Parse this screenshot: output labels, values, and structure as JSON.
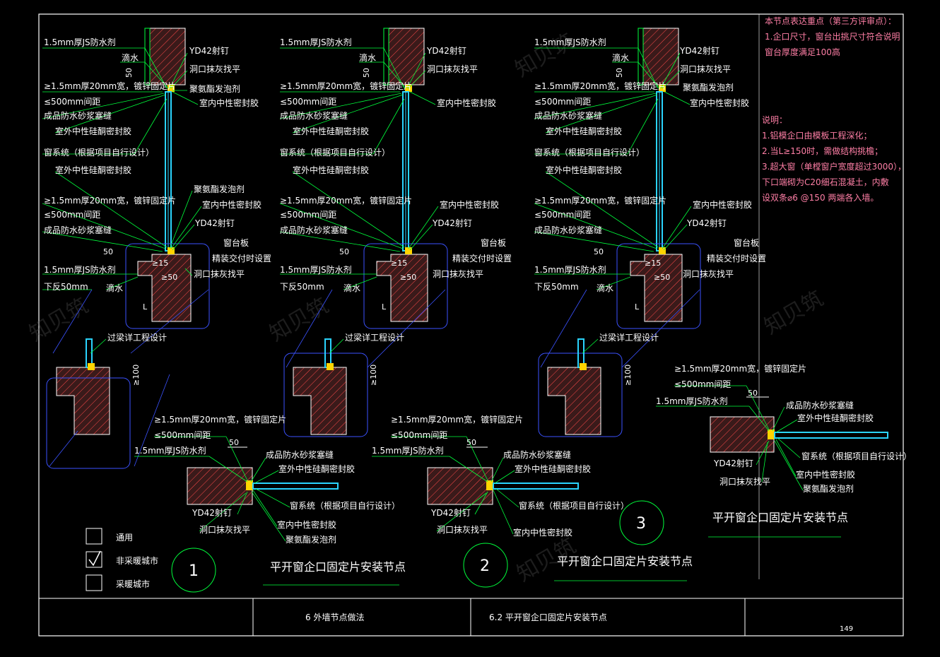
{
  "notes": {
    "focus_title": "本节点表达重点（第三方评审点）：",
    "focus_line1": "1.企口尺寸，窗台出挑尺寸符合说明",
    "focus_line2": "窗台厚度满足100高",
    "expl_title": "说明：",
    "expl_line1": "1.铝模企口由模板工程深化；",
    "expl_line2": "2.当L≥150时，需做结构挑檐；",
    "expl_line3": "3.超大窗（单樘窗户宽度超过3000），",
    "expl_line4": "下口端砌为C20细石混凝土，内敷",
    "expl_line5": "设双条⌀6 @150 两端各入墙。"
  },
  "labels": {
    "js_waterproof": "1.5mm厚JS防水剂",
    "drip": "滴水",
    "yd42": "YD42射钉",
    "plaster": "洞口抹灰找平",
    "fixing_plate": "≥1.5mm厚20mm宽，镀锌固定片",
    "spacing": "≤500mm间距",
    "foam": "聚氨酯发泡剂",
    "indoor_sealant": "室内中性密封胶",
    "mortar": "成品防水砂浆塞缝",
    "outdoor_sealant": "室外中性硅酮密封胶",
    "window_system": "窗系统（根据项目自行设计）",
    "sill_board": "窗台板",
    "finish_setting": "精装交付时设置",
    "down_50": "下反50mm",
    "lintel": "过梁详工程设计",
    "dim_50": "50",
    "dim_15": "≥15",
    "dim_50b": "≥50",
    "dim_100": "≥100",
    "dim_L": "L"
  },
  "details": [
    {
      "number": "1",
      "title": "平开窗企口固定片安装节点"
    },
    {
      "number": "2",
      "title": "平开窗企口固定片安装节点"
    },
    {
      "number": "3",
      "title": "平开窗企口固定片安装节点"
    }
  ],
  "legend": [
    {
      "label": "通用",
      "checked": false
    },
    {
      "label": "非采暖城市",
      "checked": true
    },
    {
      "label": "采暖城市",
      "checked": false
    }
  ],
  "title_block": {
    "chapter": "6  外墙节点做法",
    "section": "6.2  平开窗企口固定片安装节点",
    "page": "149"
  },
  "watermark": "知贝筑",
  "colors": {
    "frame": "#ffffff",
    "leader": "#00ff3c",
    "glass": "#2ad4ff",
    "concrete": "#ff5050",
    "outline": "#3b52ff",
    "note": "#ff7fa6"
  }
}
